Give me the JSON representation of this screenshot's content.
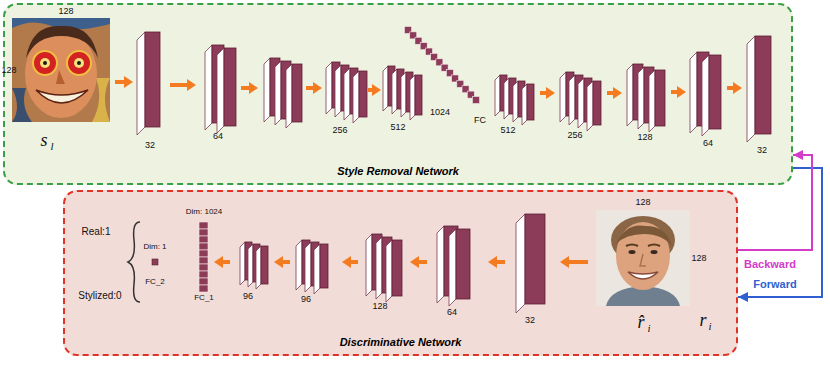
{
  "diagram": {
    "nodes": [
      {
        "text": [
          "Style Removal Network"
        ]
      },
      {
        "text": [
          "Discriminative Network"
        ]
      }
    ],
    "edges": [
      {
        "from": 0,
        "to": 1,
        "arrow": "to",
        "label": "Forward"
      },
      {
        "from": 1,
        "to": 0,
        "arrow": "to",
        "label": "Backward"
      }
    ],
    "labels": [
      "128",
      "128",
      "s",
      "l",
      "32",
      "64",
      "256",
      "512",
      "1024",
      "FC",
      "512",
      "256",
      "128",
      "64",
      "32",
      "Real:1",
      "Stylized:0",
      "Dim: 1",
      "FC_2",
      "Dim: 1024",
      "FC_1",
      "96",
      "96",
      "128",
      "64",
      "32",
      "128",
      "128",
      "r̂",
      "i",
      "r",
      "i"
    ]
  }
}
